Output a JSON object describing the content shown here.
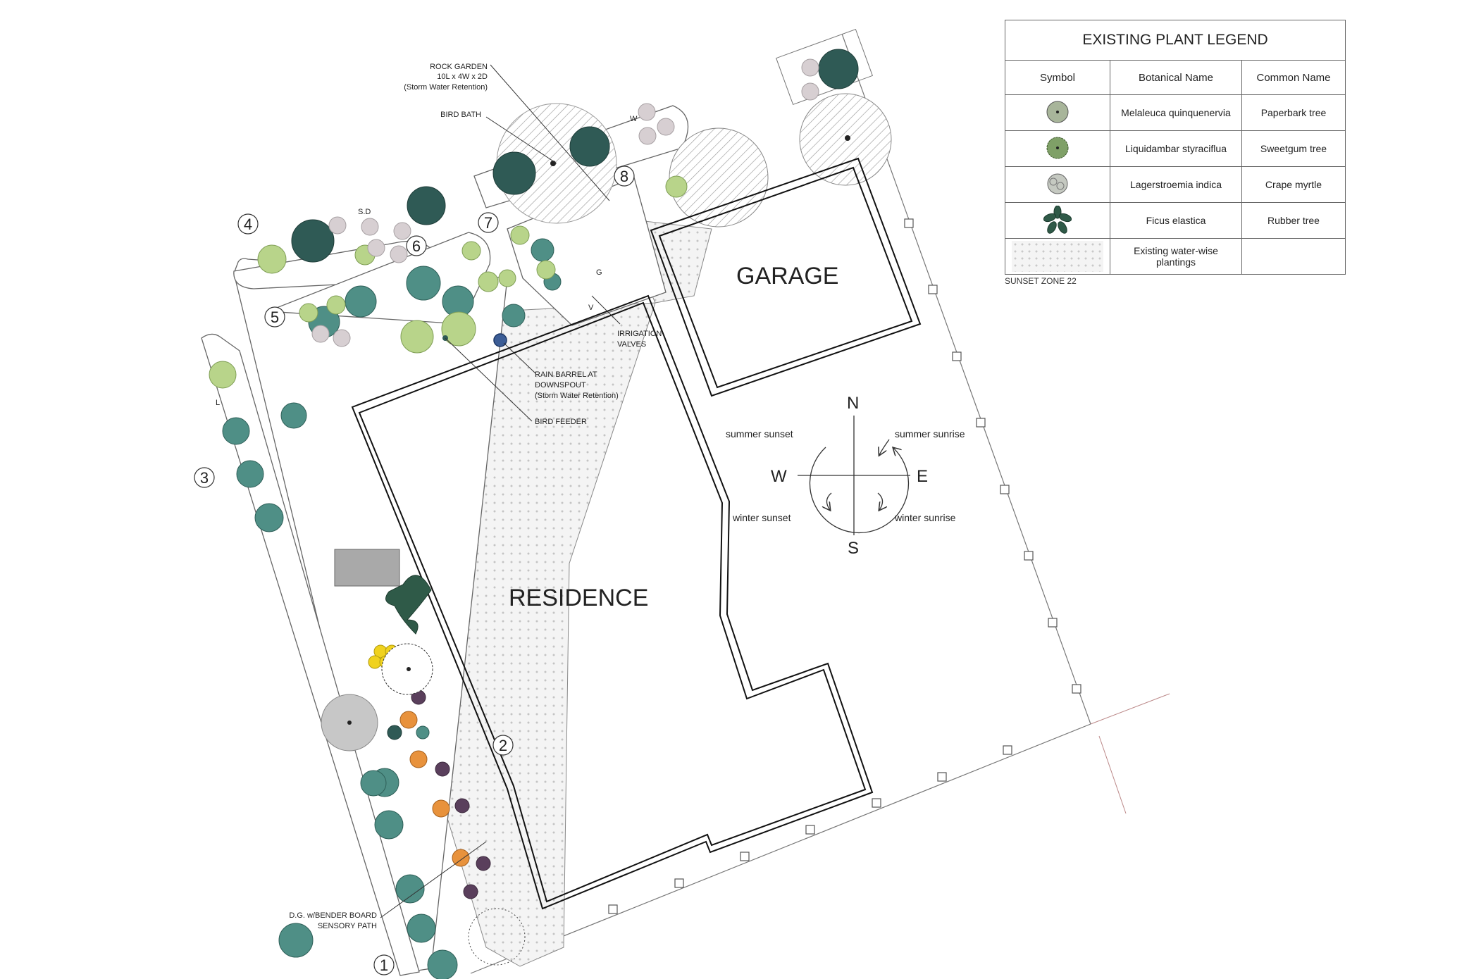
{
  "labels": {
    "residence": "RESIDENCE",
    "garage": "GARAGE",
    "rock_garden_1": "ROCK GARDEN",
    "rock_garden_2": "10L x 4W x 2D",
    "rock_garden_3": "(Storm Water Retention)",
    "bird_bath": "BIRD BATH",
    "irrigation_1": "IRRIGATION",
    "irrigation_2": "VALVES",
    "rain_barrel_1": "RAIN BARREL AT",
    "rain_barrel_2": "DOWNSPOUT",
    "rain_barrel_3": "(Storm Water Retention)",
    "bird_feeder": "BIRD FEEDER",
    "dg_path_1": "D.G. w/BENDER BOARD",
    "dg_path_2": "SENSORY PATH"
  },
  "zones": [
    "1",
    "2",
    "3",
    "4",
    "5",
    "6",
    "7",
    "8"
  ],
  "small_tags": {
    "sd": "S.D",
    "w": "W",
    "l": "L",
    "g": "G",
    "v": "V"
  },
  "compass": {
    "n": "N",
    "s": "S",
    "e": "E",
    "w": "W",
    "summer_sunset": "summer sunset",
    "summer_sunrise": "summer sunrise",
    "winter_sunset": "winter sunset",
    "winter_sunrise": "winter sunrise"
  },
  "legend": {
    "title": "EXISTING PLANT LEGEND",
    "headers": [
      "Symbol",
      "Botanical Name",
      "Common Name"
    ],
    "rows": [
      {
        "symbol": "paperbark-tree-icon",
        "botanical": "Melaleuca quinquenervia",
        "common": "Paperbark tree"
      },
      {
        "symbol": "sweetgum-tree-icon",
        "botanical": "Liquidambar styraciflua",
        "common": "Sweetgum tree"
      },
      {
        "symbol": "crape-myrtle-icon",
        "botanical": "Lagerstroemia indica",
        "common": "Crape myrtle"
      },
      {
        "symbol": "rubber-tree-icon",
        "botanical": "Ficus elastica",
        "common": "Rubber tree"
      },
      {
        "symbol": "water-wise-plantings-swatch",
        "botanical": "Existing water-wise plantings",
        "common": ""
      }
    ],
    "zone_note": "SUNSET ZONE 22"
  },
  "colors": {
    "dark_tree": "#2f5a55",
    "teal_shrub": "#4f8f86",
    "light_green": "#b8d48a",
    "pink_accent": "#d98aa0",
    "orange_accent": "#e8923c",
    "yellow_accent": "#f0d21e",
    "purple_accent": "#5a3f5c"
  }
}
